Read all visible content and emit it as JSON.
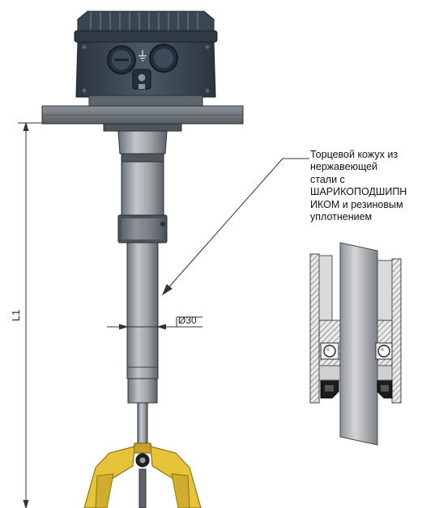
{
  "dimension_length_label": "L1",
  "dimension_diameter_label": "Ø30",
  "callout_text": "Торцевой кожух из\nнержавеющей\nстали с\nШАРИКОПОДШИПН\nИКОМ и резиновым\nуплотнением",
  "colors": {
    "housing": "#3c4956",
    "housing_dark": "#2b353f",
    "flange": "#747b82",
    "shaft": "#9aa0a6",
    "paddle": "#e7c33a",
    "paddle_edge": "#a6871b",
    "section_hatch": "#6d6d6d"
  },
  "icons": [
    "ground-symbol-icon",
    "ball-bearing-icon"
  ]
}
